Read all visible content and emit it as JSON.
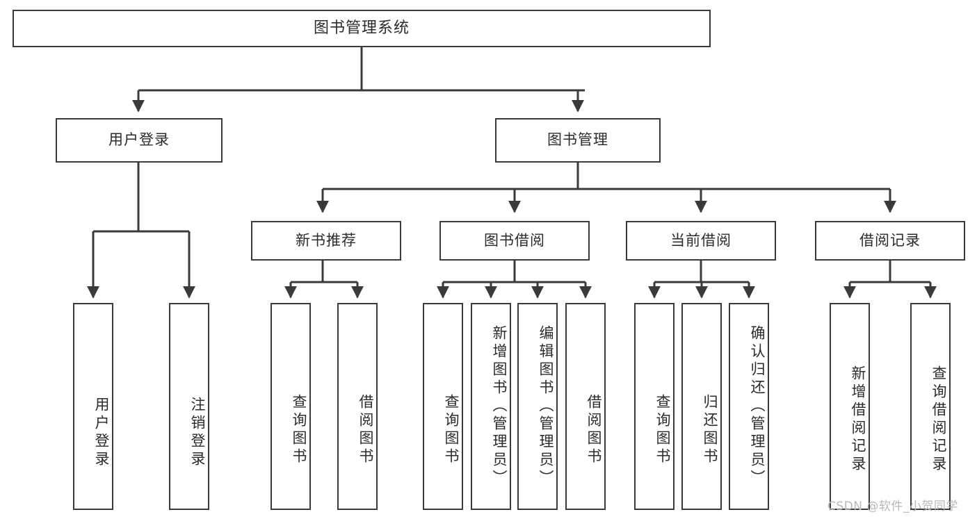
{
  "diagram": {
    "title": "图书管理系统",
    "watermark": "CSDN @软件_小贺同学",
    "colors": {
      "stroke": "#3a3a3a",
      "background": "#ffffff",
      "text": "#2b2b2b",
      "watermark": "#b9b9b9"
    },
    "nodes": {
      "root": "图书管理系统",
      "user_login": "用户登录",
      "book_manage": "图书管理",
      "new_book_rec": "新书推荐",
      "book_borrow": "图书借阅",
      "current_borrow": "当前借阅",
      "borrow_record": "借阅记录",
      "leaf_user_login": "用户登录",
      "leaf_user_logout": "注销登录",
      "leaf_query_book_1": "查询图书",
      "leaf_borrow_book_1": "借阅图书",
      "leaf_query_book_2": "查询图书",
      "leaf_add_book": "新增图书（管理员）",
      "leaf_edit_book": "编辑图书（管理员）",
      "leaf_borrow_book_2": "借阅图书",
      "leaf_query_book_3": "查询图书",
      "leaf_return_book": "归还图书",
      "leaf_confirm_return": "确认归还（管理员）",
      "leaf_add_record": "新增借阅记录",
      "leaf_query_record": "查询借阅记录"
    },
    "tree": {
      "level1": [
        "图书管理系统"
      ],
      "level2": [
        "用户登录",
        "图书管理"
      ],
      "level3": [
        "新书推荐",
        "图书借阅",
        "当前借阅",
        "借阅记录"
      ],
      "leaves_user_login": [
        "用户登录",
        "注销登录"
      ],
      "leaves_new_book_rec": [
        "查询图书",
        "借阅图书"
      ],
      "leaves_book_borrow": [
        "查询图书",
        "新增图书（管理员）",
        "编辑图书（管理员）",
        "借阅图书"
      ],
      "leaves_current_borrow": [
        "查询图书",
        "归还图书",
        "确认归还（管理员）"
      ],
      "leaves_borrow_record": [
        "新增借阅记录",
        "查询借阅记录"
      ]
    }
  }
}
